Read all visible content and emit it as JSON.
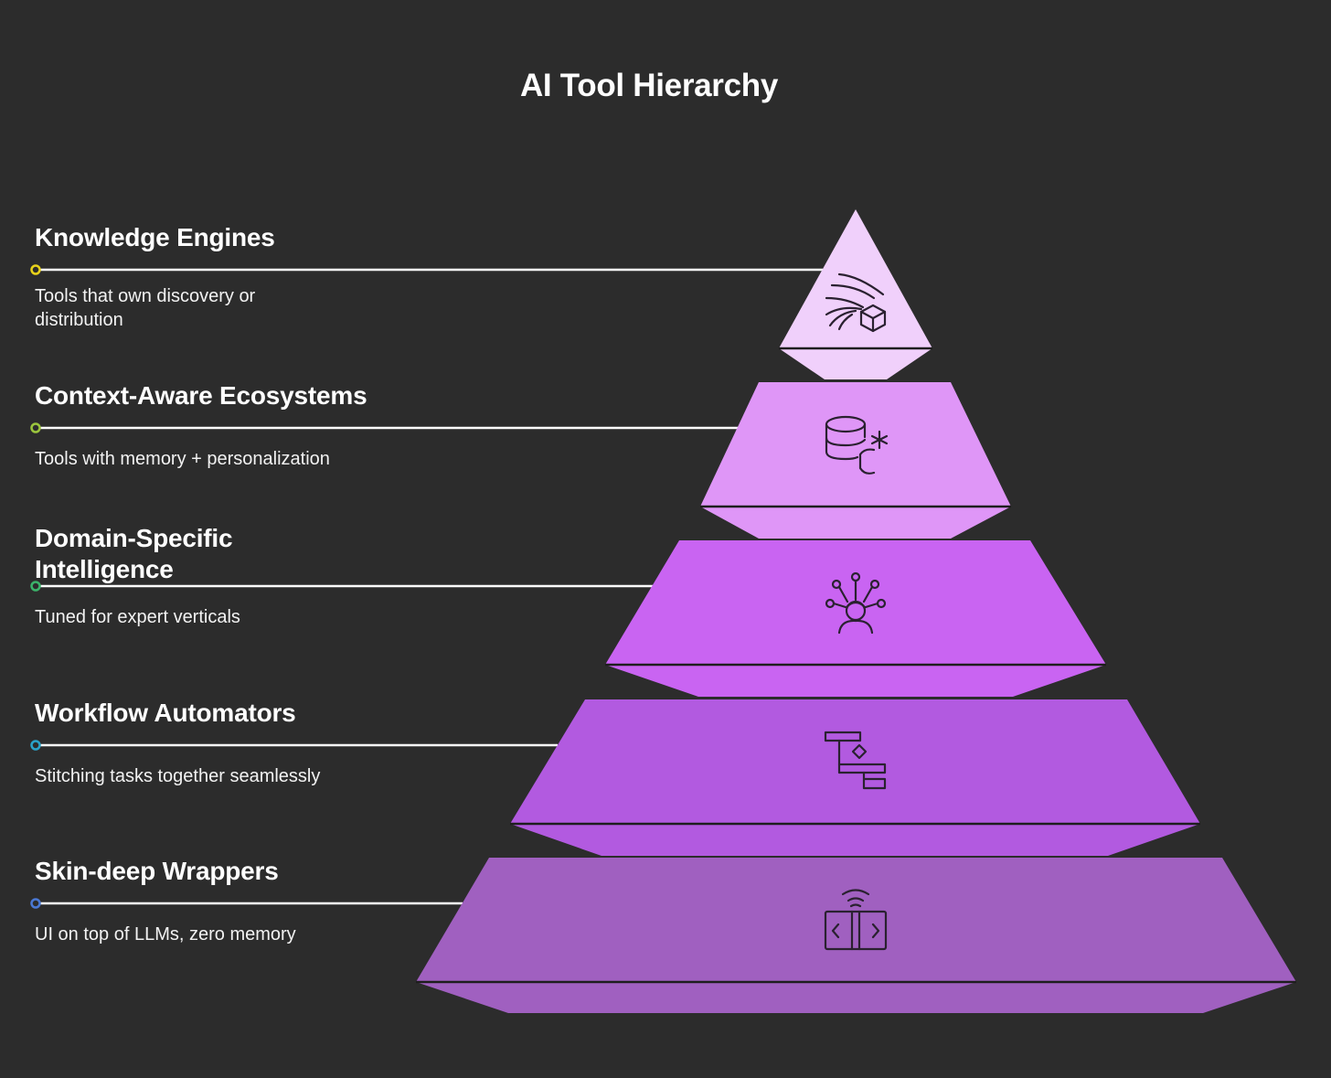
{
  "title": "AI Tool Hierarchy",
  "levels": [
    {
      "label": "Knowledge Engines",
      "description": "Tools that own discovery or distribution",
      "marker_color": "#e8d21a",
      "fill": "#f0d0fb",
      "icon": "data-stream-cube-icon"
    },
    {
      "label": "Context-Aware Ecosystems",
      "description": "Tools with memory + personalization",
      "marker_color": "#9bc53d",
      "fill": "#df96f7",
      "icon": "database-c-icon"
    },
    {
      "label": "Domain-Specific Intelligence",
      "description": "Tuned for expert verticals",
      "marker_color": "#3bb36a",
      "fill": "#c964f2",
      "icon": "expert-network-icon"
    },
    {
      "label": "Workflow Automators",
      "description": "Stitching tasks together seamlessly",
      "marker_color": "#2aa3c9",
      "fill": "#b25ae0",
      "icon": "workflow-blocks-icon"
    },
    {
      "label": "Skin-deep Wrappers",
      "description": "UI on top of LLMs, zero memory",
      "marker_color": "#4a78d4",
      "fill": "#a060c0",
      "icon": "code-window-icon"
    }
  ]
}
